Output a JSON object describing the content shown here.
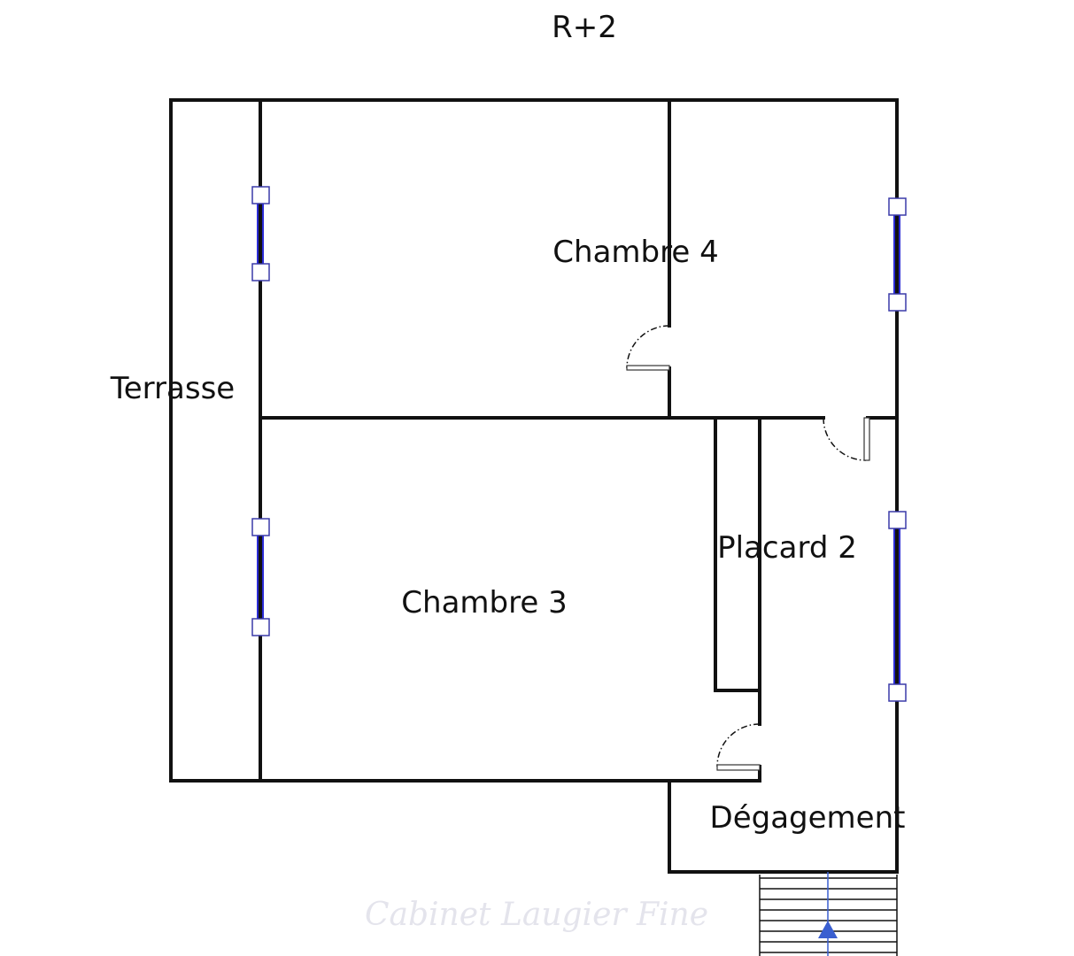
{
  "title": "R+2",
  "rooms": {
    "terrasse": "Terrasse",
    "chambre4": "Chambre 4",
    "chambre3": "Chambre 3",
    "placard2": "Placard 2",
    "degagement": "Dégagement"
  },
  "watermark": "Cabinet Laugier Fine",
  "colors": {
    "wall": "#111111",
    "window": "#2b2bd6",
    "stair_arrow": "#3a5fd0"
  }
}
